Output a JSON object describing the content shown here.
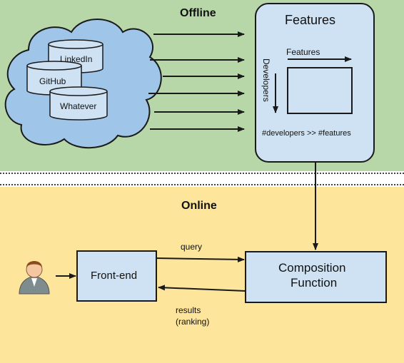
{
  "sections": {
    "offline": {
      "title": "Offline",
      "bg": "#b7d7a8"
    },
    "online": {
      "title": "Online",
      "bg": "#fde59b"
    }
  },
  "sources": [
    "LinkedIn",
    "GitHub",
    "Whatever"
  ],
  "features_box": {
    "title": "Features",
    "matrix_col_label": "Features",
    "matrix_row_label": "Developers",
    "shape_caption": "#developers >> #features",
    "fill": "#cfe2f3"
  },
  "frontend": {
    "label": "Front-end"
  },
  "composition": {
    "label_line1": "Composition",
    "label_line2": "Function"
  },
  "edges": {
    "query": "query",
    "results_line1": "results",
    "results_line2": "(ranking)"
  },
  "colors": {
    "cloud": "#9fc5e8",
    "cylinder": "#cfe2f3",
    "stroke": "#1a1a1a"
  }
}
